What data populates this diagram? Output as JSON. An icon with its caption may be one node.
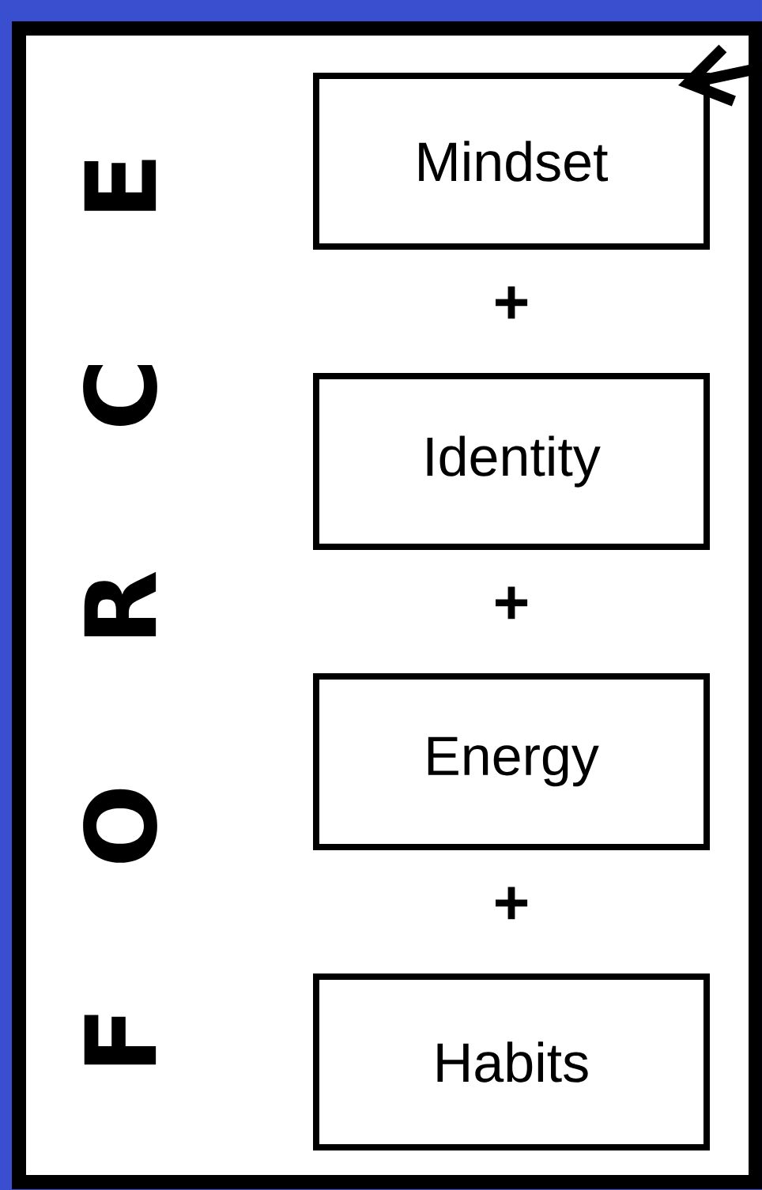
{
  "diagram": {
    "nodes": [
      {
        "text": [
          "F O R C E"
        ]
      },
      {
        "text": [
          "Mindset"
        ],
        "in": 0
      },
      {
        "text": [
          "Identity"
        ],
        "in": 0
      },
      {
        "text": [
          "Energy"
        ],
        "in": 0
      },
      {
        "text": [
          "Habits"
        ],
        "in": 0
      }
    ],
    "edges": [
      {
        "from": null,
        "to": 1,
        "arrow": "to"
      }
    ],
    "labels": [
      "+",
      "+",
      "+"
    ]
  }
}
